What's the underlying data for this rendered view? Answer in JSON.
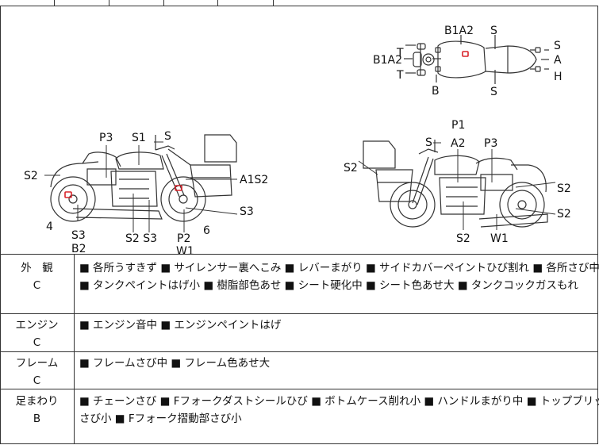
{
  "diagram": {
    "top_view": {
      "labels": {
        "t_top": "T",
        "b1a2_top": "B1A2",
        "s_top": "S",
        "s_right": "S",
        "b1a2_left": "B1A2",
        "a_right": "A",
        "t_bottom": "T",
        "h_right": "H",
        "b_bottom": "B",
        "s_bottom": "S"
      }
    },
    "left_view": {
      "labels": {
        "p3": "P3",
        "s1": "S1",
        "s_top": "S",
        "s2_left": "S2",
        "a1s2": "A1S2",
        "s3_right": "S3",
        "four": "4",
        "s3_bottom": "S3",
        "b2": "B2",
        "s2s3": "S2 S3",
        "p2": "P2",
        "w1": "W1",
        "six": "6"
      }
    },
    "right_view": {
      "labels": {
        "p1": "P1",
        "s_top": "S",
        "a2": "A2",
        "p3": "P3",
        "s2_left": "S2",
        "s2_r1": "S2",
        "s2_r2": "S2",
        "s2_bottom": "S2",
        "w1": "W1"
      }
    }
  },
  "rows": [
    {
      "category": "外　観",
      "grade": "C",
      "lines": [
        "■ 各所うすきず ■ サイレンサー裏へこみ ■ レバーまがり ■ サイドカバーペイントひび割れ ■ 各所さび中",
        "■ タンクペイントはげ小 ■ 樹脂部色あせ ■ シート硬化中 ■ シート色あせ大 ■ タンクコックガスもれ"
      ]
    },
    {
      "category": "エンジン",
      "grade": "C",
      "lines": [
        "■ エンジン音中 ■ エンジンペイントはげ"
      ]
    },
    {
      "category": "フレーム",
      "grade": "C",
      "lines": [
        "■ フレームさび中 ■ フレーム色あせ大"
      ]
    },
    {
      "category": "足まわり",
      "grade": "B",
      "lines": [
        "■ チェーンさび ■ Fフォークダストシールひび ■ ボトムケース削れ小 ■ ハンドルまがり中 ■ トップブリッジ",
        "さび小 ■ Fフォーク摺動部さび小"
      ]
    }
  ],
  "colors": {
    "marker": "#d8232a",
    "line": "#333333"
  }
}
